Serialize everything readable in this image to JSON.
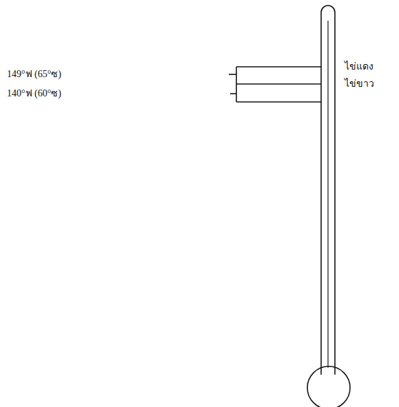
{
  "diagram": {
    "labels": [
      "149°ฟ (65°ซ)",
      "140°ฟ (60°ซ)",
      "ไข่แดง",
      "ไข่ขาว"
    ]
  }
}
